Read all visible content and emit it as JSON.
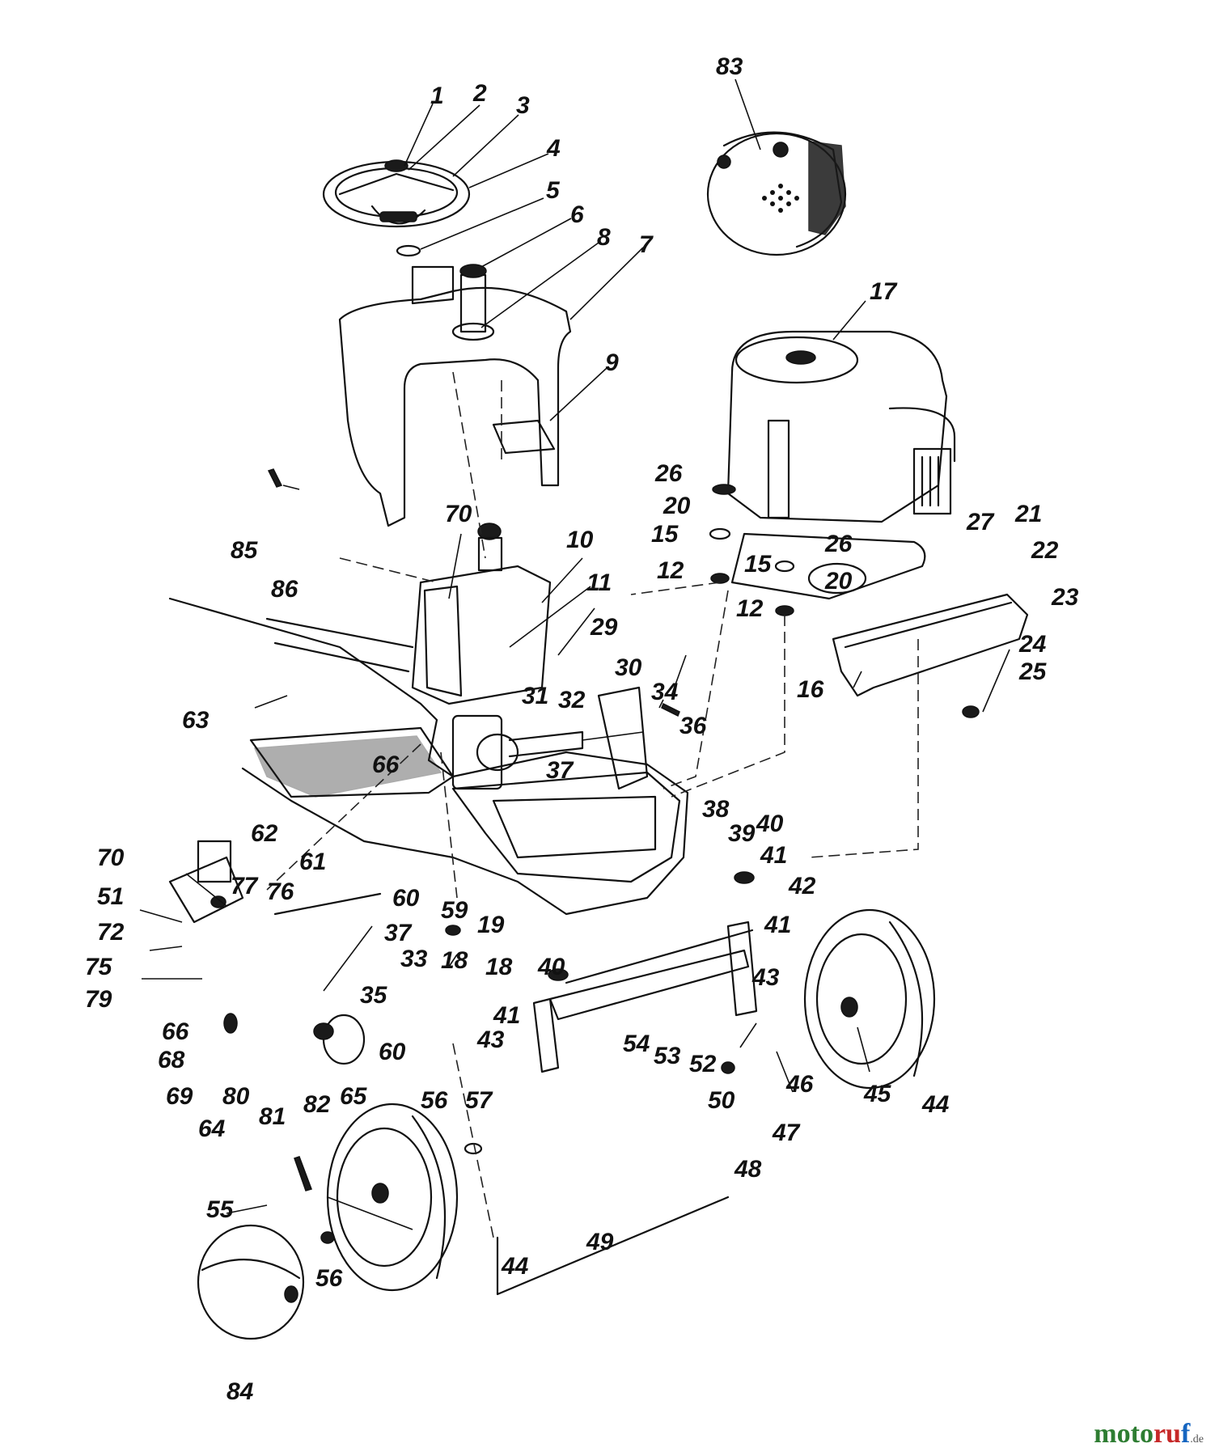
{
  "watermark": {
    "part1": "moto",
    "part2": "ru",
    "part3": "f",
    "suffix": ".de"
  },
  "callouts": [
    {
      "n": "1"
    },
    {
      "n": "2"
    },
    {
      "n": "3"
    },
    {
      "n": "4"
    },
    {
      "n": "5"
    },
    {
      "n": "6"
    },
    {
      "n": "8"
    },
    {
      "n": "7"
    },
    {
      "n": "83"
    },
    {
      "n": "17"
    },
    {
      "n": "9"
    },
    {
      "n": "26"
    },
    {
      "n": "20"
    },
    {
      "n": "15"
    },
    {
      "n": "12"
    },
    {
      "n": "27"
    },
    {
      "n": "26"
    },
    {
      "n": "15"
    },
    {
      "n": "20"
    },
    {
      "n": "12"
    },
    {
      "n": "21"
    },
    {
      "n": "22"
    },
    {
      "n": "23"
    },
    {
      "n": "16"
    },
    {
      "n": "24"
    },
    {
      "n": "25"
    },
    {
      "n": "85"
    },
    {
      "n": "86"
    },
    {
      "n": "70"
    },
    {
      "n": "10"
    },
    {
      "n": "11"
    },
    {
      "n": "29"
    },
    {
      "n": "30"
    },
    {
      "n": "31"
    },
    {
      "n": "32"
    },
    {
      "n": "34"
    },
    {
      "n": "36"
    },
    {
      "n": "63"
    },
    {
      "n": "66"
    },
    {
      "n": "37"
    },
    {
      "n": "62"
    },
    {
      "n": "38"
    },
    {
      "n": "61"
    },
    {
      "n": "39"
    },
    {
      "n": "40"
    },
    {
      "n": "41"
    },
    {
      "n": "70"
    },
    {
      "n": "51"
    },
    {
      "n": "77"
    },
    {
      "n": "76"
    },
    {
      "n": "60"
    },
    {
      "n": "59"
    },
    {
      "n": "72"
    },
    {
      "n": "37"
    },
    {
      "n": "19"
    },
    {
      "n": "42"
    },
    {
      "n": "33"
    },
    {
      "n": "18"
    },
    {
      "n": "18"
    },
    {
      "n": "75"
    },
    {
      "n": "79"
    },
    {
      "n": "35"
    },
    {
      "n": "41"
    },
    {
      "n": "40"
    },
    {
      "n": "43"
    },
    {
      "n": "41"
    },
    {
      "n": "54"
    },
    {
      "n": "53"
    },
    {
      "n": "52"
    },
    {
      "n": "66"
    },
    {
      "n": "68"
    },
    {
      "n": "60"
    },
    {
      "n": "69"
    },
    {
      "n": "80"
    },
    {
      "n": "64"
    },
    {
      "n": "81"
    },
    {
      "n": "82"
    },
    {
      "n": "65"
    },
    {
      "n": "43"
    },
    {
      "n": "46"
    },
    {
      "n": "45"
    },
    {
      "n": "44"
    },
    {
      "n": "50"
    },
    {
      "n": "47"
    },
    {
      "n": "56"
    },
    {
      "n": "57"
    },
    {
      "n": "48"
    },
    {
      "n": "55"
    },
    {
      "n": "49"
    },
    {
      "n": "56"
    },
    {
      "n": "44"
    },
    {
      "n": "84"
    }
  ]
}
